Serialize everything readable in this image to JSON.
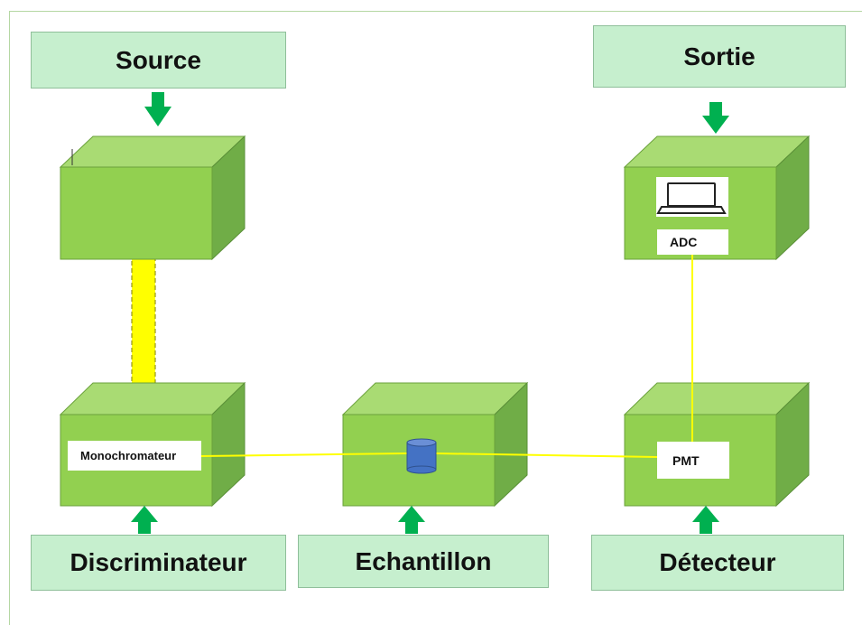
{
  "labels": {
    "source": "Source",
    "sortie": "Sortie",
    "discriminateur": "Discriminateur",
    "echantillon": "Echantillon",
    "detecteur": "Détecteur"
  },
  "components": {
    "monochromateur": "Monochromateur",
    "adc": "ADC",
    "pmt": "PMT"
  },
  "colors": {
    "label_fill": "#c6efce",
    "cube_front": "#92d050",
    "cube_top": "#a9db73",
    "cube_side": "#70ad47",
    "arrow": "#00b050",
    "beam": "#ffff00",
    "sample": "#4472c4"
  },
  "icons": [
    "down-arrow-icon",
    "up-arrow-icon",
    "laptop-icon",
    "sample-cylinder-icon"
  ]
}
